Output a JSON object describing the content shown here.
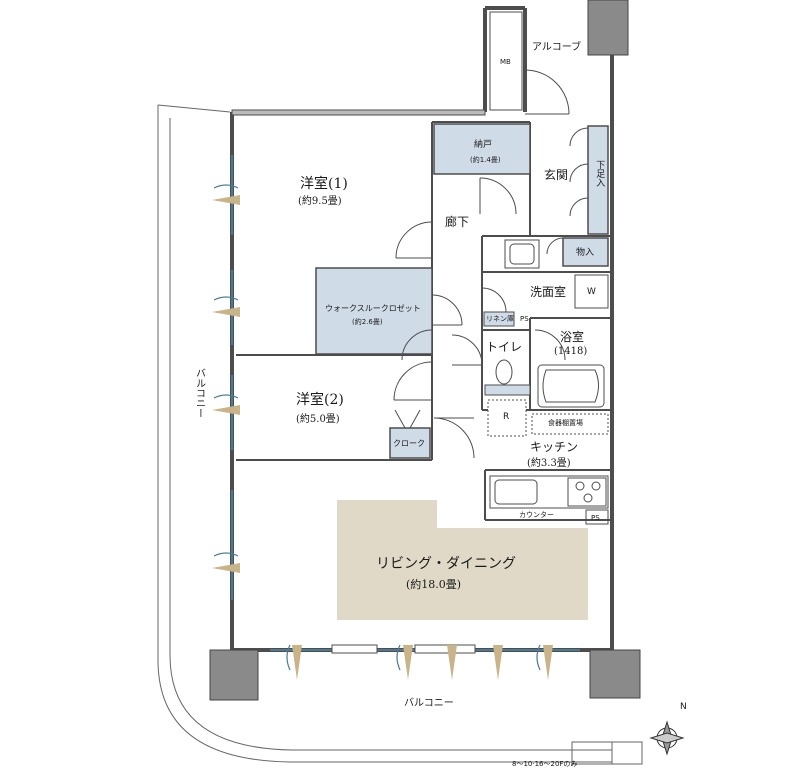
{
  "rooms": {
    "western1": {
      "name": "洋室(1)",
      "area": "(約9.5畳)"
    },
    "western2": {
      "name": "洋室(2)",
      "area": "(約5.0畳)"
    },
    "walkthrough_closet": {
      "name": "ウォークスルークロゼット",
      "area": "(約2.6畳)"
    },
    "storage": {
      "name": "納戸",
      "area": "(約1.4畳)"
    },
    "entrance": {
      "name": "玄関"
    },
    "shoe_box": {
      "name": "下足入"
    },
    "closet_mono": {
      "name": "物入"
    },
    "hallway": {
      "name": "廊下"
    },
    "washroom": {
      "name": "洗面室"
    },
    "washer": {
      "name": "W"
    },
    "linen": {
      "name": "リネン庫"
    },
    "ps1": {
      "name": "PS"
    },
    "bath": {
      "name": "浴室",
      "size": "(1418)"
    },
    "toilet": {
      "name": "トイレ"
    },
    "fridge": {
      "name": "R"
    },
    "dish_shelf": {
      "name": "食器棚置場"
    },
    "kitchen": {
      "name": "キッチン",
      "area": "(約3.3畳)"
    },
    "counter": {
      "name": "カウンター"
    },
    "ps2": {
      "name": "PS"
    },
    "cloak": {
      "name": "クローク"
    },
    "living": {
      "name": "リビング・ダイニング",
      "area": "(約18.0畳)"
    },
    "mb": {
      "name": "MB"
    },
    "alcove": {
      "name": "アルコーブ"
    }
  },
  "balcony_left": "バルコニー",
  "balcony_bottom": "バルコニー",
  "footnote": "8～10·16～20Fのみ",
  "compass": "N",
  "colors": {
    "wall": "#4d4d4d",
    "storage_fill": "#d0dbe8",
    "living_fill": "#e0d9c7",
    "pillar_fill": "#8a8a8a",
    "window_blue": "#4a7a96",
    "vent_tan": "#c9b48a"
  }
}
